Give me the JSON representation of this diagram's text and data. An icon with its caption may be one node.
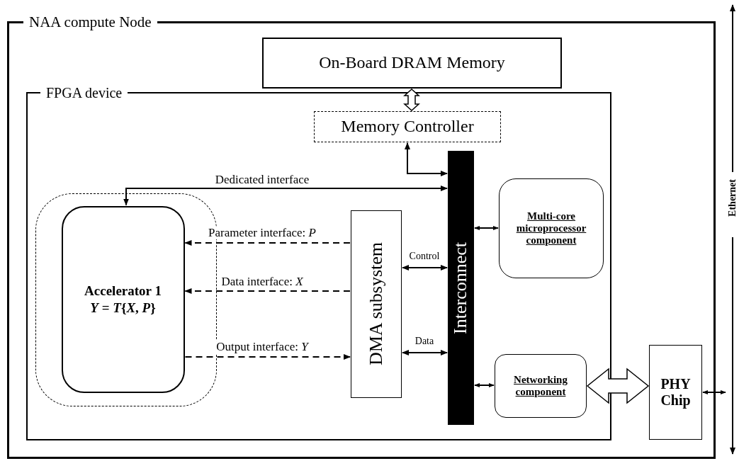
{
  "diagram": {
    "nodes": [
      {
        "text": [
          "NAA compute Node"
        ]
      },
      {
        "text": [
          "On-Board DRAM Memory"
        ],
        "in": 0
      },
      {
        "text": [
          "FPGA device"
        ],
        "in": 0
      },
      {
        "text": [
          "Memory Controller"
        ],
        "in": 2
      },
      {
        "text": [
          "Interconnect"
        ],
        "in": 2
      },
      {
        "text": [],
        "shape": "box",
        "in": 2
      },
      {
        "text": [
          "Accelerator 1",
          "*Y* = *T*{*X*, *P*}"
        ],
        "in": 5
      },
      {
        "text": [
          "DMA subsystem"
        ],
        "in": 2
      },
      {
        "text": [
          "Multi-core microprocessor component"
        ],
        "in": 2
      },
      {
        "text": [
          "Networking component"
        ],
        "in": 2
      },
      {
        "text": [
          "PHY Chip"
        ],
        "in": 0
      },
      {
        "text": [
          "Ethernet"
        ]
      }
    ],
    "edges": [
      {
        "from": 1,
        "to": 3,
        "arrow": "both",
        "style": "thick"
      },
      {
        "from": 3,
        "to": 4,
        "arrow": "both"
      },
      {
        "from": 4,
        "to": 6,
        "arrow": "both",
        "label": "Dedicated interface"
      },
      {
        "from": 7,
        "to": 6,
        "arrow": "to",
        "style": "dashed",
        "label": "Parameter interface: *P*"
      },
      {
        "from": 7,
        "to": 6,
        "arrow": "to",
        "style": "dashed",
        "label": "Data interface: *X*"
      },
      {
        "from": 6,
        "to": 7,
        "arrow": "to",
        "style": "dashed",
        "label": "Output interface: *Y*"
      },
      {
        "from": 7,
        "to": 4,
        "arrow": "both",
        "label": "Control"
      },
      {
        "from": 7,
        "to": 4,
        "arrow": "both",
        "label": "Data"
      },
      {
        "from": 4,
        "to": 8,
        "arrow": "both"
      },
      {
        "from": 4,
        "to": 9,
        "arrow": "both"
      },
      {
        "from": 9,
        "to": 10,
        "arrow": "both",
        "style": "thick"
      },
      {
        "from": 10,
        "to": 11,
        "arrow": "both"
      }
    ]
  }
}
